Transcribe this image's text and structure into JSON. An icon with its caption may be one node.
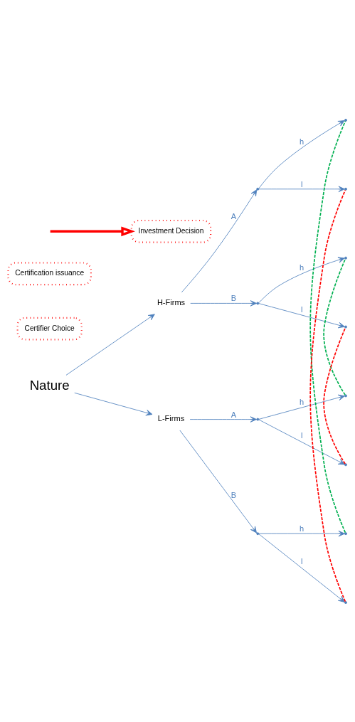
{
  "diagram": {
    "nodes": [
      {
        "text": [
          "Nature"
        ]
      },
      {
        "text": [
          "H-Firms"
        ]
      },
      {
        "text": [
          "L-Firms"
        ]
      },
      {
        "text": [],
        "shape": "point"
      },
      {
        "text": [],
        "shape": "point"
      },
      {
        "text": [],
        "shape": "point"
      },
      {
        "text": [],
        "shape": "point"
      },
      {
        "text": [],
        "shape": "point"
      },
      {
        "text": [],
        "shape": "point"
      },
      {
        "text": [],
        "shape": "point"
      },
      {
        "text": [],
        "shape": "point"
      },
      {
        "text": [],
        "shape": "point"
      },
      {
        "text": [],
        "shape": "point"
      },
      {
        "text": [],
        "shape": "point"
      },
      {
        "text": [],
        "shape": "point"
      },
      {
        "text": [
          "Certifier Choice"
        ]
      },
      {
        "text": [
          "Certification issuance"
        ]
      },
      {
        "text": [
          "Investment Decision"
        ]
      }
    ],
    "edges": [
      {
        "from": 0,
        "to": 2,
        "arrow": "to"
      },
      {
        "from": 0,
        "to": 1,
        "arrow": "to"
      },
      {
        "from": 2,
        "to": 6,
        "label": "B",
        "arrow": "to"
      },
      {
        "from": 2,
        "to": 5,
        "label": "A",
        "arrow": "to"
      },
      {
        "from": 1,
        "to": 4,
        "label": "B",
        "arrow": "to"
      },
      {
        "from": 1,
        "to": 3,
        "label": "A",
        "arrow": "to"
      },
      {
        "from": 6,
        "to": 14,
        "label": "l",
        "arrow": "to"
      },
      {
        "from": 6,
        "to": 13,
        "label": "h",
        "arrow": "to"
      },
      {
        "from": 5,
        "to": 12,
        "label": "l",
        "arrow": "to"
      },
      {
        "from": 5,
        "to": 11,
        "label": "h",
        "arrow": "to"
      },
      {
        "from": 4,
        "to": 10,
        "label": "l",
        "arrow": "to"
      },
      {
        "from": 4,
        "to": 9,
        "label": "h",
        "arrow": "to"
      },
      {
        "from": 3,
        "to": 8,
        "label": "l",
        "arrow": "to"
      },
      {
        "from": 3,
        "to": 7,
        "label": "h",
        "arrow": "to"
      },
      {
        "from": 14,
        "to": 8,
        "arrow": "none",
        "style": "dashed",
        "color": "#ff0000"
      },
      {
        "from": 12,
        "to": 10,
        "arrow": "none",
        "style": "dashed",
        "color": "#ff0000"
      },
      {
        "from": 13,
        "to": 7,
        "arrow": "none",
        "style": "dashed",
        "color": "#00b050"
      },
      {
        "from": 11,
        "to": 9,
        "arrow": "none",
        "style": "dashed",
        "color": "#00b050"
      },
      {
        "from": null,
        "to": 17,
        "arrow": "to",
        "style": "thick",
        "color": "#ff0000"
      }
    ]
  }
}
